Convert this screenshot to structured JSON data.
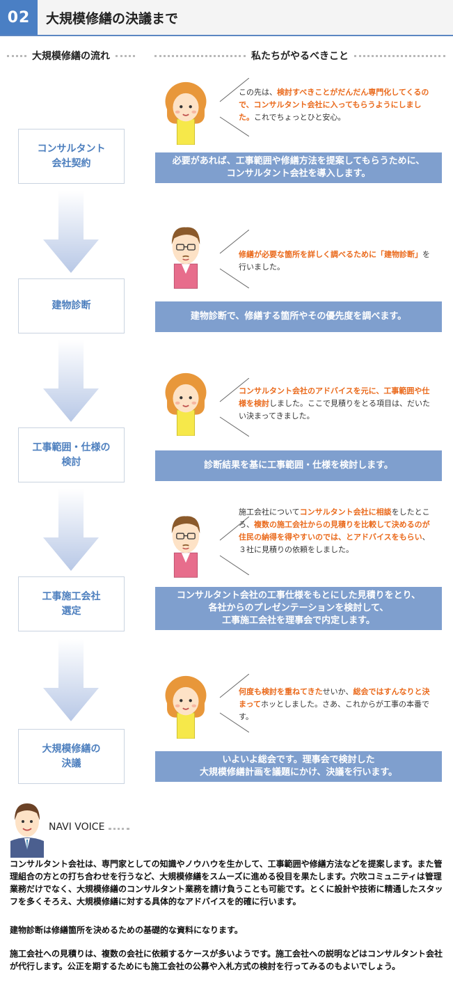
{
  "header": {
    "number": "02",
    "title": "大規模修繕の決議まで"
  },
  "columns": {
    "left": "大規模修繕の流れ",
    "right": "私たちがやるべきこと"
  },
  "steps": [
    {
      "label": "コンサルタント\n会社契約"
    },
    {
      "label": "建物診断"
    },
    {
      "label": "工事範囲・仕様の\n検討"
    },
    {
      "label": "工事施工会社\n選定"
    },
    {
      "label": "大規模修繕の\n決議"
    }
  ],
  "bars": [
    "必要があれば、工事範囲や修繕方法を提案してもらうために、\nコンサルタント会社を導入します。",
    "建物診断で、修繕する箇所やその優先度を調べます。",
    "診断結果を基に工事範囲・仕様を検討します。",
    "コンサルタント会社の工事仕様をもとにした見積りをとり、\n各社からのプレゼンテーションを検討して、\n工事施工会社を理事会で内定します。",
    "いよいよ総会です。理事会で検討した\n大規模修繕計画を議題にかけ、決議を行います。"
  ],
  "speech": [
    {
      "pre": "この先は、",
      "hl": "検討すべきことがだんだん専門化してくるので、コンサルタント会社に入ってもらうようにしました。",
      "post": "これでちょっとひと安心。"
    },
    {
      "pre": "",
      "hl": "修繕が必要な箇所を詳しく調べるために「建物診断」",
      "post": "を行いました。"
    },
    {
      "pre": "",
      "hl": "コンサルタント会社のアドバイスを元に、工事範囲や仕様を検討",
      "post": "しました。ここで見積りをとる項目は、だいたい決まってきました。"
    },
    {
      "pre": "施工会社について",
      "hl": "コンサルタント会社に相談",
      "mid": "をしたところ、",
      "hl2": "複数の施工会社からの見積りを比較して決めるのが住民の納得を得やすいのでは、とアドバイスをもらい",
      "post": "、３社に見積りの依頼をしました。"
    },
    {
      "pre": "",
      "hl": "何度も検討を重ねてきた",
      "mid": "せいか、",
      "hl2": "総会ではすんなりと決まって",
      "post": "ホッとしました。さあ、これからが工事の本番です。"
    }
  ],
  "navi": {
    "label": "NAVI VOICE",
    "paragraphs": [
      "コンサルタント会社は、専門家としての知識やノウハウを生かして、工事範囲や修繕方法などを提案します。また管理組合の方との打ち合わせを行うなど、大規模修繕をスムーズに進める役目を果たします。穴吹コミュニティは管理業務だけでなく、大規模修繕のコンサルタント業務を請け負うことも可能です。とくに設計や技術に精通したスタッフを多くそろえ、大規模修繕に対する具体的なアドバイスを的確に行います。",
      "建物診断は修繕箇所を決めるための基礎的な資料になります。",
      "施工会社への見積りは、複数の会社に依頼するケースが多いようです。施工会社への説明などはコンサルタント会社が代行します。公正を期するためにも施工会社の公募や入札方式の検討を行ってみるのもよいでしょう。"
    ]
  },
  "colors": {
    "accent": "#4a7fc4",
    "bar": "#7f9fce",
    "highlight": "#ea6a1c",
    "step_text": "#4d7fbe"
  }
}
